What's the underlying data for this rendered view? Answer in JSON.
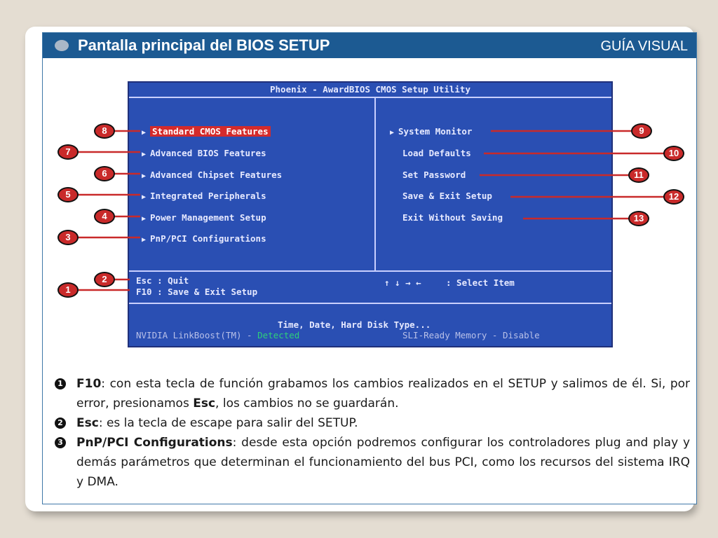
{
  "header": {
    "title": "Pantalla principal del BIOS SETUP",
    "guide_label": "GUÍA VISUAL"
  },
  "bios": {
    "title": "Phoenix - AwardBIOS CMOS Setup Utility",
    "left_menu": [
      {
        "label": "Standard CMOS Features",
        "selected": true,
        "callout": "8"
      },
      {
        "label": "Advanced BIOS Features",
        "callout": "7"
      },
      {
        "label": "Advanced Chipset Features",
        "callout": "6"
      },
      {
        "label": "Integrated Peripherals",
        "callout": "5"
      },
      {
        "label": "Power Management Setup",
        "callout": "4"
      },
      {
        "label": "PnP/PCI Configurations",
        "callout": "3"
      }
    ],
    "right_menu": [
      {
        "label": "System Monitor",
        "callout": "9"
      },
      {
        "label": "Load Defaults",
        "callout": "10"
      },
      {
        "label": "Set Password",
        "callout": "11"
      },
      {
        "label": "Save & Exit Setup",
        "callout": "12"
      },
      {
        "label": "Exit Without Saving",
        "callout": "13"
      }
    ],
    "keys": {
      "esc": "Esc : Quit",
      "f10": "F10 : Save & Exit Setup",
      "arrows": "↑ ↓ → ←",
      "select": ": Select Item"
    },
    "footer": {
      "help": "Time, Date, Hard Disk Type...",
      "linkboost_label": "NVIDIA LinkBoost(TM) -",
      "linkboost_value": "Detected",
      "sli": "SLI-Ready Memory - Disable"
    },
    "callouts_keys": {
      "esc": "2",
      "f10": "1"
    }
  },
  "descriptions": [
    {
      "num": "1",
      "term": "F10",
      "text": ": con esta tecla de función grabamos los cambios realizados en el SETUP y salimos de él. Si, por error, presionamos ",
      "term2": "Esc",
      "text2": ", los cambios no se guardarán."
    },
    {
      "num": "2",
      "term": "Esc",
      "text": ": es la tecla de escape para salir del SETUP."
    },
    {
      "num": "3",
      "term": "PnP/PCI Configurations",
      "text": ": desde esta opción podremos configurar los controladores plug and play y demás parámetros que determinan el funcionamiento del bus PCI, como los recursos del sistema IRQ y DMA."
    }
  ],
  "colors": {
    "header_bg": "#1c5a92",
    "bios_bg": "#2a4fb3",
    "callout_red": "#c92a2a",
    "selected_bg": "#d42b2b"
  }
}
